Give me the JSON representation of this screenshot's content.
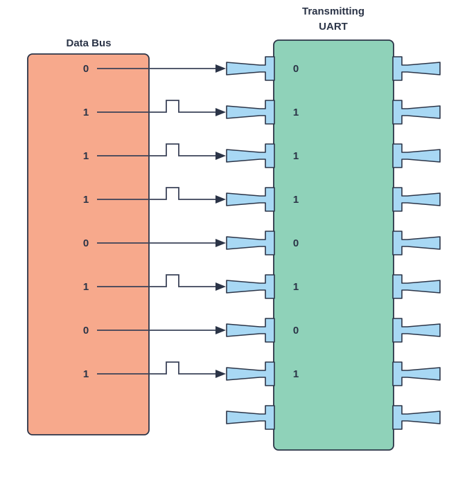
{
  "data_bus": {
    "title": "Data Bus",
    "fill": "#f7a98c"
  },
  "uart": {
    "title_line1": "Transmitting",
    "title_line2": "UART",
    "fill": "#8fd2b9",
    "pin_fill": "#a8d8f4"
  },
  "stroke_color": "#2b3447",
  "bits": [
    {
      "bus": "0",
      "uart": "0",
      "pulse": false
    },
    {
      "bus": "1",
      "uart": "1",
      "pulse": true
    },
    {
      "bus": "1",
      "uart": "1",
      "pulse": true
    },
    {
      "bus": "1",
      "uart": "1",
      "pulse": true
    },
    {
      "bus": "0",
      "uart": "0",
      "pulse": false
    },
    {
      "bus": "1",
      "uart": "1",
      "pulse": true
    },
    {
      "bus": "0",
      "uart": "0",
      "pulse": false
    },
    {
      "bus": "1",
      "uart": "1",
      "pulse": true
    }
  ],
  "extra_pin_rows": 1
}
